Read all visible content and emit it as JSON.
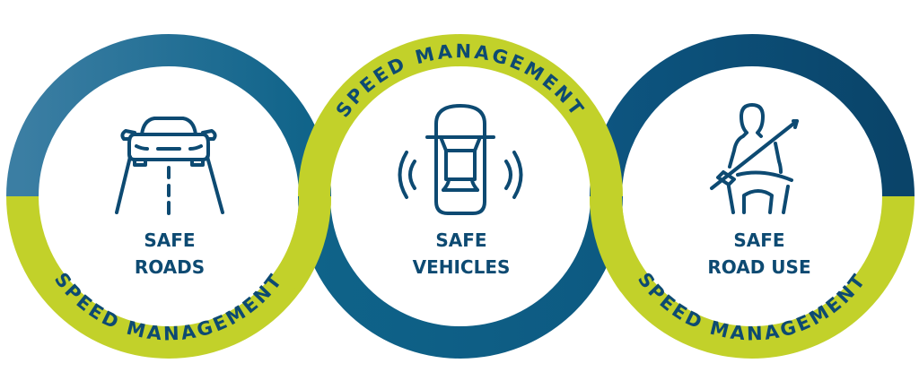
{
  "diagram": {
    "ring_text": "SPEED MANAGEMENT",
    "colors": {
      "lime": "#c2d12a",
      "blue_light": "#3b7ea3",
      "blue_mid": "#0f6389",
      "blue_dark": "#0b4670",
      "text": "#0d4a72"
    },
    "pillars": [
      {
        "id": "safe-roads",
        "icon": "car-on-road-icon",
        "line1": "SAFE",
        "line2": "ROADS"
      },
      {
        "id": "safe-vehicles",
        "icon": "car-with-sensors-icon",
        "line1": "SAFE",
        "line2": "VEHICLES"
      },
      {
        "id": "safe-road-use",
        "icon": "seatbelt-person-icon",
        "line1": "SAFE",
        "line2": "ROAD USE"
      }
    ]
  }
}
